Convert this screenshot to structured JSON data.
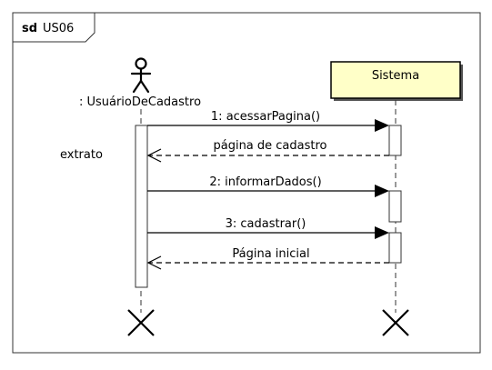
{
  "frame": {
    "keyword": "sd",
    "name": "US06"
  },
  "actor": {
    "label": ": UsuárioDeCadastro"
  },
  "system": {
    "label": "Sistema",
    "fill_color": "#ffffc8"
  },
  "note": {
    "text": "extrato"
  },
  "messages": [
    {
      "label": "1: acessarPagina()",
      "kind": "sync"
    },
    {
      "label": "página de cadastro",
      "kind": "reply"
    },
    {
      "label": "2: informarDados()",
      "kind": "sync"
    },
    {
      "label": "3: cadastrar()",
      "kind": "sync"
    },
    {
      "label": "Página inicial",
      "kind": "reply"
    }
  ]
}
